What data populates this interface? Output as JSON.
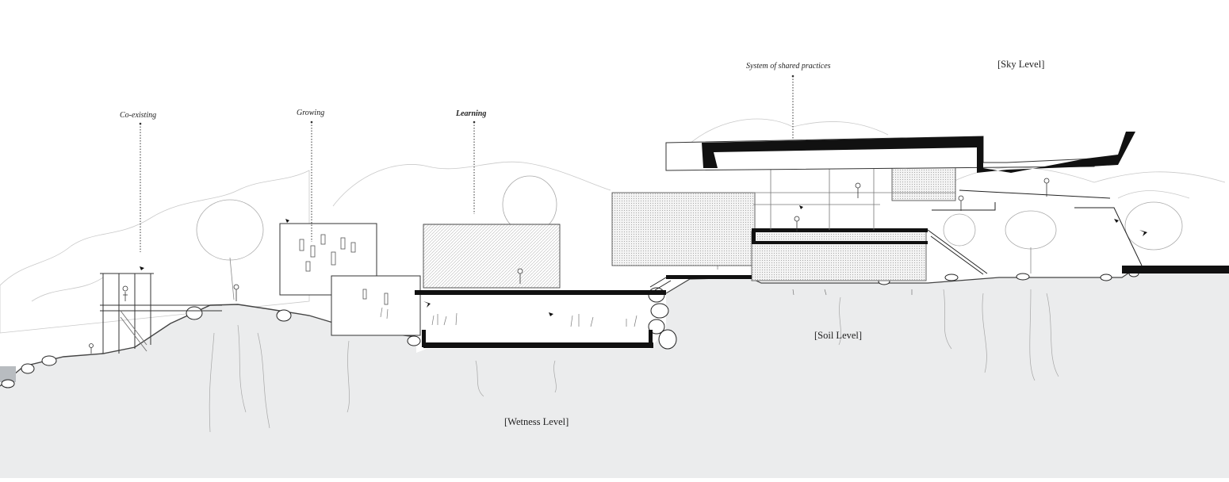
{
  "annotations": {
    "co_existing": "Co-existing",
    "growing": "Growing",
    "learning": "Learning",
    "shared_practices": "System of shared practices"
  },
  "levels": {
    "sky": "[Sky Level]",
    "soil": "[Soil Level]",
    "wetness": "[Wetness Level]"
  },
  "colors": {
    "ground": "#ebeced",
    "ink": "#111111",
    "line": "#9a9a9a",
    "foliage": "#c8c8c8",
    "water": "#b8bcc0"
  }
}
